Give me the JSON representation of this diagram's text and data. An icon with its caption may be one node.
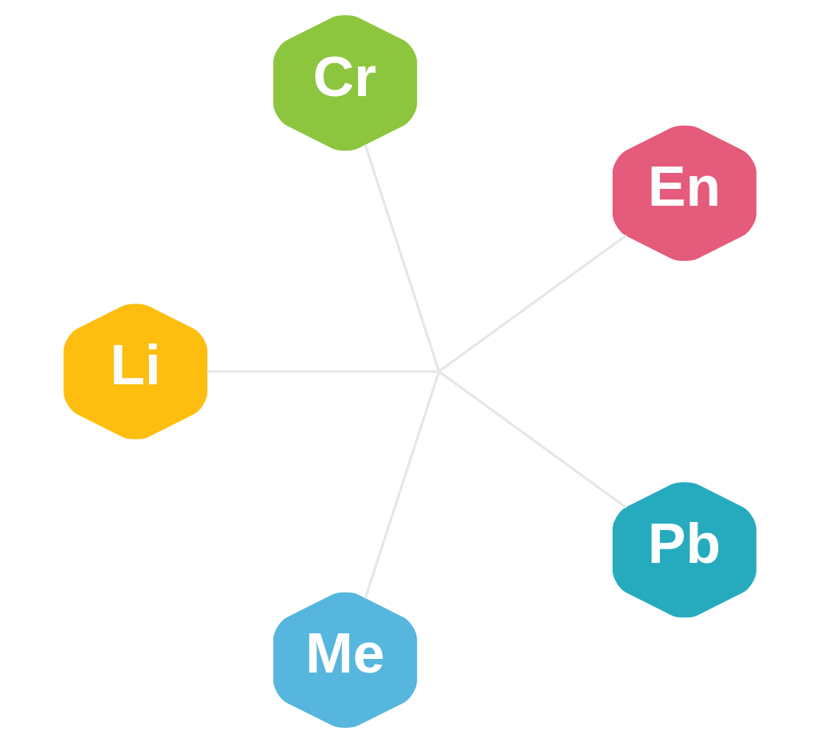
{
  "diagram": {
    "nodes": [
      {
        "text": [
          "Li"
        ]
      },
      {
        "text": [
          "Cr"
        ]
      },
      {
        "text": [
          "En"
        ]
      },
      {
        "text": [
          "Me"
        ]
      },
      {
        "text": [
          "Pb"
        ]
      },
      {
        "text": [],
        "shape": "point"
      }
    ],
    "edges": [
      {
        "from": 5,
        "to": 0,
        "arrow": "none"
      },
      {
        "from": 5,
        "to": 1,
        "arrow": "none"
      },
      {
        "from": 5,
        "to": 2,
        "arrow": "none"
      },
      {
        "from": 5,
        "to": 4,
        "arrow": "none"
      },
      {
        "from": 5,
        "to": 3,
        "arrow": "none"
      }
    ]
  }
}
